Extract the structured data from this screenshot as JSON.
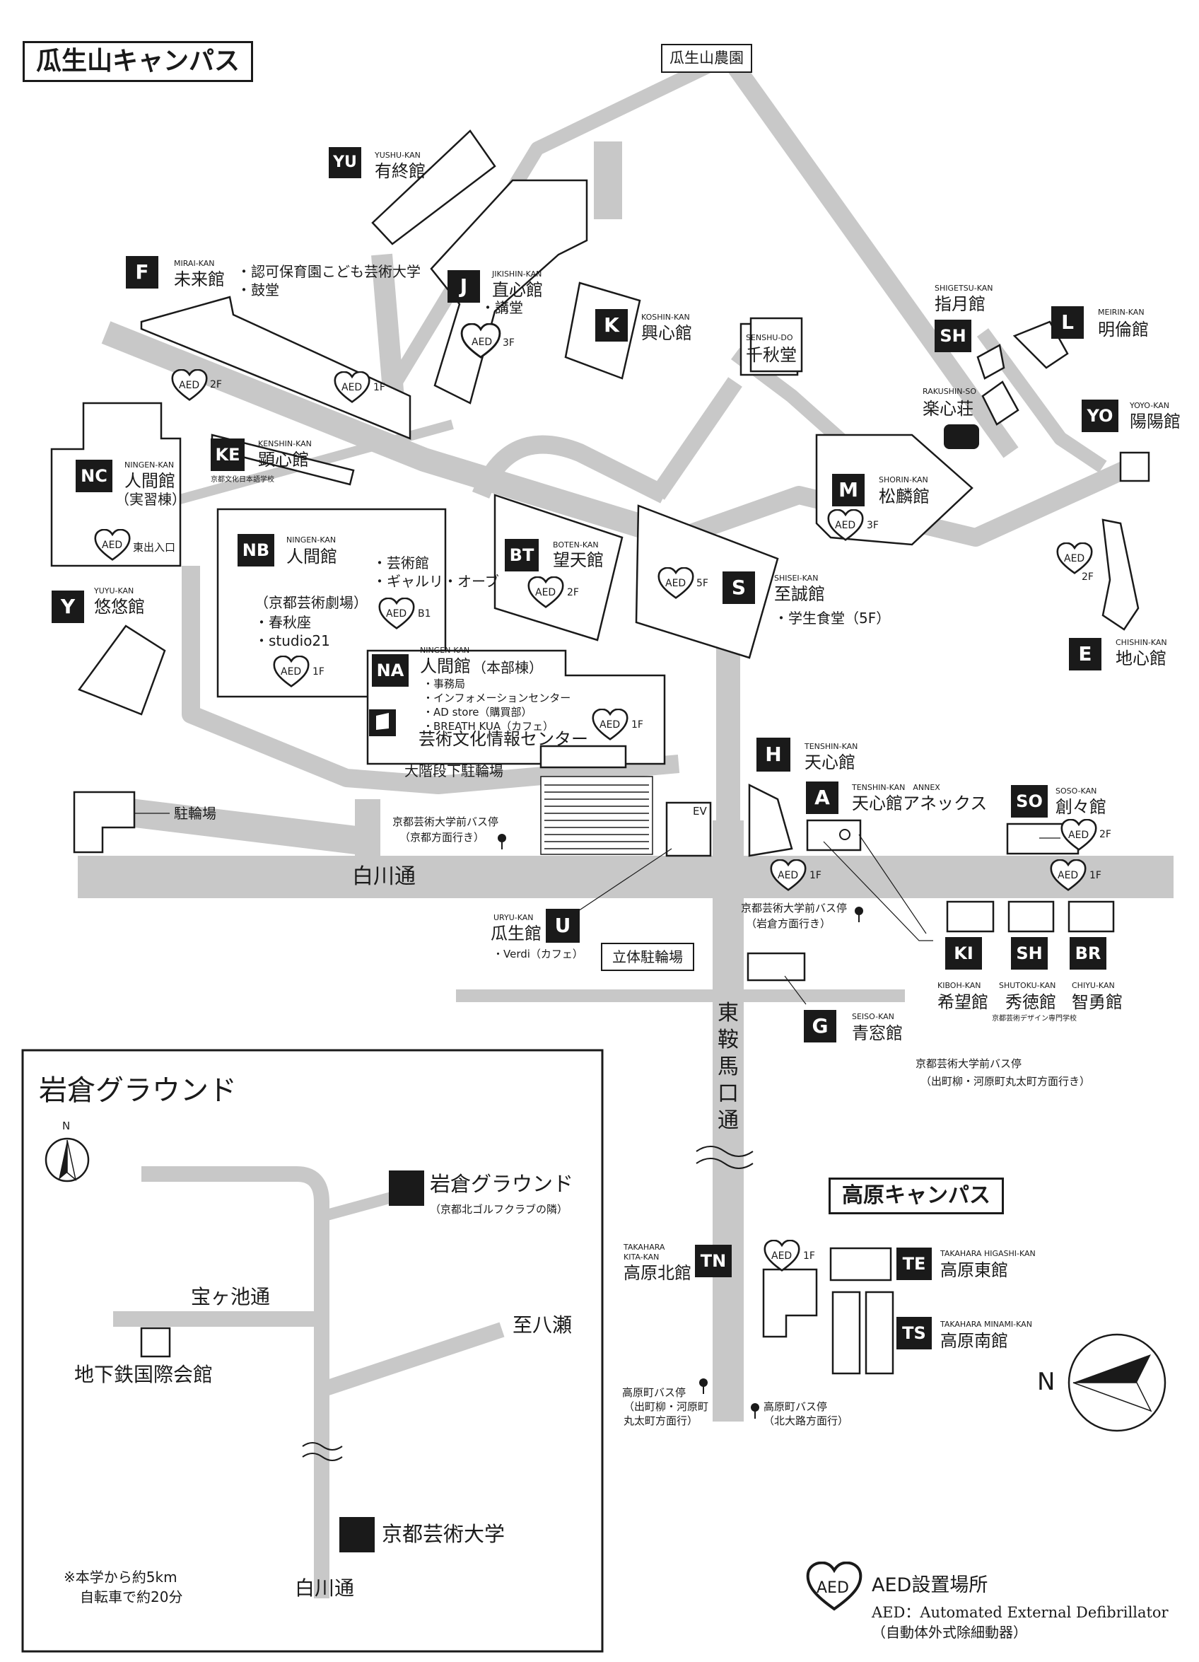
{
  "campus_title": "瓜生山キャンパス",
  "farm": "瓜生山農園",
  "roads": {
    "shirakawa": "白川通",
    "higashi_kurama": [
      "東",
      "鞍",
      "馬",
      "口",
      "通"
    ],
    "bicycle_underground": "大階段下駐輪場",
    "bicycle": "駐輪場",
    "parking_tower": "立体駐輪場",
    "ev": "EV"
  },
  "buildings": {
    "YU": {
      "code": "YU",
      "romaji": "YUSHU-KAN",
      "name": "有終館"
    },
    "F": {
      "code": "F",
      "romaji": "MIRAI-KAN",
      "name": "未来館",
      "notes": [
        "・認可保育園こども芸術大学",
        "・鼓堂"
      ]
    },
    "J": {
      "code": "J",
      "romaji": "JIKISHIN-KAN",
      "name": "直心館",
      "notes": [
        "・講堂"
      ]
    },
    "K": {
      "code": "K",
      "romaji": "KOSHIN-KAN",
      "name": "興心館"
    },
    "SENSHU": {
      "romaji": "SENSHU-DO",
      "name": "千秋堂"
    },
    "SH1": {
      "code": "SH",
      "romaji": "SHIGETSU-KAN",
      "name": "指月館"
    },
    "L": {
      "code": "L",
      "romaji": "MEIRIN-KAN",
      "name": "明倫館"
    },
    "RAKU": {
      "romaji": "RAKUSHIN-SO",
      "name": "楽心荘"
    },
    "YO": {
      "code": "YO",
      "romaji": "YOYO-KAN",
      "name": "陽陽館"
    },
    "NC": {
      "code": "NC",
      "romaji": "NINGEN-KAN",
      "name": "人間館",
      "sub": "（実習棟）",
      "entrance": "東出入口"
    },
    "KE": {
      "code": "KE",
      "romaji": "KENSHIN-KAN",
      "name": "顕心館",
      "sub": "京都文化日本語学校"
    },
    "M": {
      "code": "M",
      "romaji": "SHORIN-KAN",
      "name": "松麟館"
    },
    "NB": {
      "code": "NB",
      "romaji": "NINGEN-KAN",
      "name": "人間館",
      "notes": [
        "（京都芸術劇場）",
        "・春秋座",
        "・studio21"
      ]
    },
    "NB_side": [
      "・芸術館",
      "・ギャルリ・オーブ"
    ],
    "BT": {
      "code": "BT",
      "romaji": "BOTEN-KAN",
      "name": "望天館"
    },
    "S": {
      "code": "S",
      "romaji": "SHISEI-KAN",
      "name": "至誠館",
      "notes": [
        "・学生食堂（5F）"
      ]
    },
    "E": {
      "code": "E",
      "romaji": "CHISHIN-KAN",
      "name": "地心館"
    },
    "Y": {
      "code": "Y",
      "romaji": "YUYU-KAN",
      "name": "悠悠館"
    },
    "NA": {
      "code": "NA",
      "romaji": "NINGEN-KAN",
      "name": "人間館",
      "sub": "（本部棟）",
      "notes": [
        "・事務局",
        "・インフォメーションセンター",
        "・AD store（購買部）",
        "・BREATH KUA（カフェ）"
      ]
    },
    "INFO": {
      "name": "芸術文化情報センター"
    },
    "H": {
      "code": "H",
      "romaji": "TENSHIN-KAN",
      "name": "天心館"
    },
    "A": {
      "code": "A",
      "romaji": "TENSHIN-KAN　ANNEX",
      "name": "天心館アネックス"
    },
    "SO": {
      "code": "SO",
      "romaji": "SOSO-KAN",
      "name": "創々館"
    },
    "U": {
      "code": "U",
      "romaji": "URYU-KAN",
      "name": "瓜生館",
      "notes": [
        "・Verdi（カフェ）"
      ]
    },
    "KI": {
      "code": "KI",
      "romaji": "KIBOH-KAN",
      "name": "希望館"
    },
    "SH2": {
      "code": "SH",
      "romaji": "SHUTOKU-KAN",
      "name": "秀徳館",
      "sub": "京都芸術デザイン専門学校"
    },
    "BR": {
      "code": "BR",
      "romaji": "CHIYU-KAN",
      "name": "智勇館"
    },
    "G": {
      "code": "G",
      "romaji": "SEISO-KAN",
      "name": "青窓館"
    }
  },
  "bus_stops": {
    "kyoto": [
      "京都芸術大学前バス停",
      "（京都方面行き）"
    ],
    "iwakura": [
      "京都芸術大学前バス停",
      "（岩倉方面行き）"
    ],
    "demachi": [
      "京都芸術大学前バス停",
      "（出町柳・河原町丸太町方面行き）"
    ],
    "takahara1": [
      "高原町バス停",
      "（出町柳・河原町",
      "丸太町方面行）"
    ],
    "takahara2": [
      "高原町バス停",
      "（北大路方面行）"
    ]
  },
  "aed": {
    "mark": "AED",
    "floors": {
      "j": "3F",
      "f2": "2F",
      "f1": "1F",
      "m": "3F",
      "bt": "2F",
      "s": "5F",
      "nb_b1": "B1",
      "nb1": "1F",
      "na": "1F",
      "e": "2F",
      "so": "2F",
      "a": "1F",
      "shi": "1F",
      "tn": "1F"
    }
  },
  "iwakura": {
    "title": "岩倉グラウンド",
    "north": "N",
    "ground": "岩倉グラウンド",
    "ground_sub": "（京都北ゴルフクラブの隣）",
    "takaragaike": "宝ヶ池通",
    "yase": "至八瀬",
    "subway": "地下鉄国際会館",
    "univ": "京都芸術大学",
    "shirakawa": "白川通",
    "note1": "※本学から約5km",
    "note2": "自転車で約20分"
  },
  "takahara": {
    "title": "高原キャンパス",
    "TN": {
      "code": "TN",
      "romaji1": "TAKAHARA",
      "romaji2": "KITA-KAN",
      "name": "高原北館"
    },
    "TE": {
      "code": "TE",
      "romaji": "TAKAHARA  HIGASHI-KAN",
      "name": "高原東館"
    },
    "TS": {
      "code": "TS",
      "romaji": "TAKAHARA  MINAMI-KAN",
      "name": "高原南館"
    },
    "north": "N"
  },
  "legend": {
    "mark": "AED",
    "title": "AED設置場所",
    "line1": "AED：Automated External Defibrillator",
    "line2": "（自動体外式除細動器）"
  }
}
